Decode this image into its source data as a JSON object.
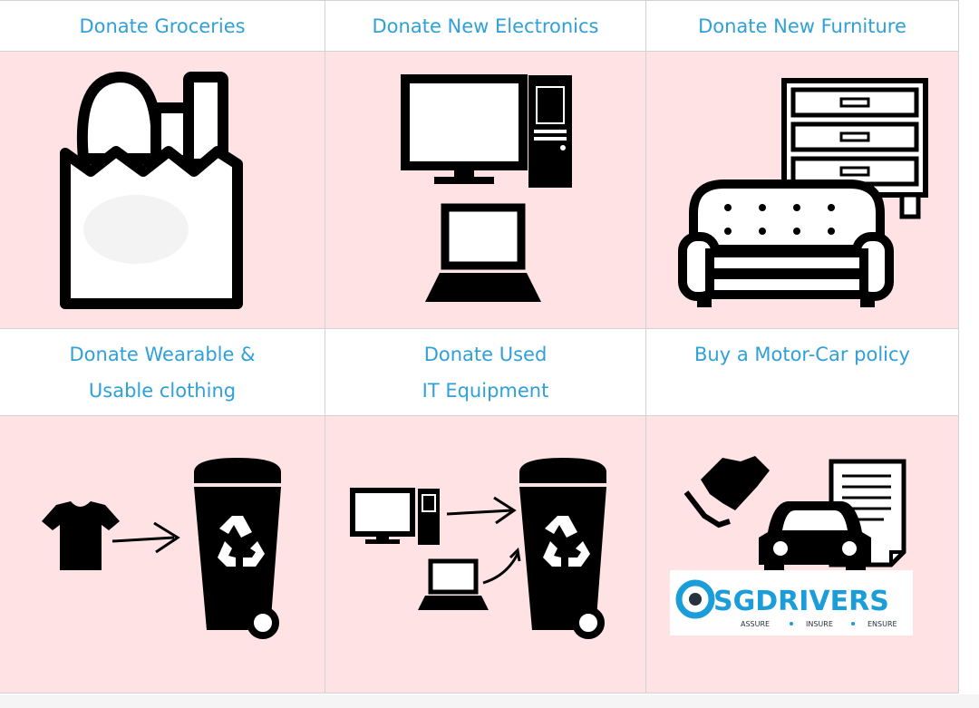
{
  "cards": [
    {
      "title_lines": [
        "Donate Groceries"
      ],
      "icon": "grocery-bag-icon"
    },
    {
      "title_lines": [
        "Donate New Electronics"
      ],
      "icon": "computer-electronics-icon"
    },
    {
      "title_lines": [
        "Donate New Furniture"
      ],
      "icon": "furniture-sofa-drawers-icon"
    },
    {
      "title_lines": [
        "Donate Wearable &",
        "Usable clothing"
      ],
      "icon": "clothing-recycle-icon"
    },
    {
      "title_lines": [
        "Donate Used",
        "IT Equipment"
      ],
      "icon": "it-equipment-recycle-icon"
    },
    {
      "title_lines": [
        "Buy a Motor-Car policy"
      ],
      "icon": "car-policy-icon"
    }
  ],
  "logo": {
    "brand": "SGDRIVERS",
    "tagline": [
      "ASSURE",
      "INSURE",
      "ENSURE"
    ]
  },
  "colors": {
    "link": "#2fa0d8",
    "panel": "#ffe2e4",
    "border": "#d2d2d2"
  }
}
